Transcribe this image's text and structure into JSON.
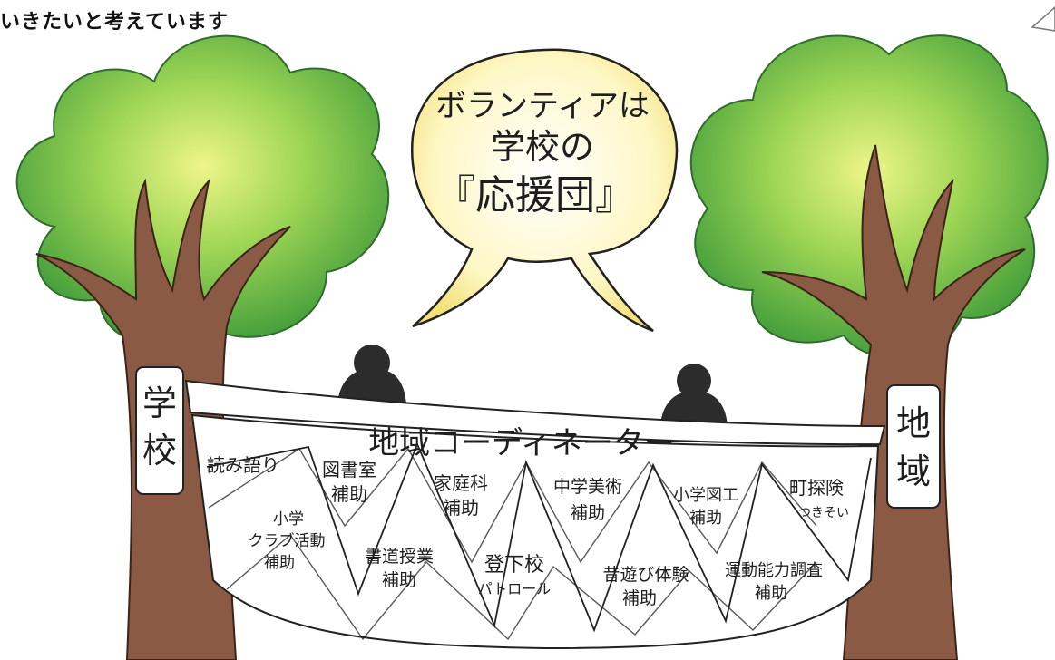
{
  "heading": "いきたいと考えています",
  "speech_bubble": {
    "line1": "ボランティアは",
    "line2": "学校の",
    "line3": "『応援団』"
  },
  "left_tree_label": [
    "学",
    "校"
  ],
  "right_tree_label": [
    "地",
    "域"
  ],
  "banner_title": "地域コーディネーター",
  "net_items": {
    "yomikikase": "読み語り",
    "toshoshitsu": [
      "図書室",
      "補助"
    ],
    "kateika": [
      "家庭科",
      "補助"
    ],
    "chugaku_bijutsu": [
      "中学美術",
      "補助"
    ],
    "shogaku_zuko": [
      "小学図工",
      "補助"
    ],
    "machi_tanken": [
      "町探険",
      "つきそい"
    ],
    "club": [
      "小学",
      "クラブ活動",
      "補助"
    ],
    "shodo": [
      "書道授業",
      "補助"
    ],
    "tokoko": [
      "登下校",
      "パトロール"
    ],
    "mukashi_asobi": [
      "昔遊び体験",
      "補助"
    ],
    "undo_noryoku": [
      "運動能力調査",
      "補助"
    ]
  },
  "colors": {
    "leaf_dark": "#3e9a3a",
    "leaf_mid": "#7cc94a",
    "leaf_light": "#e6f27a",
    "trunk": "#8b5a44",
    "bubble_fill": "#fbf4b2",
    "figure": "#2c2c2c"
  }
}
